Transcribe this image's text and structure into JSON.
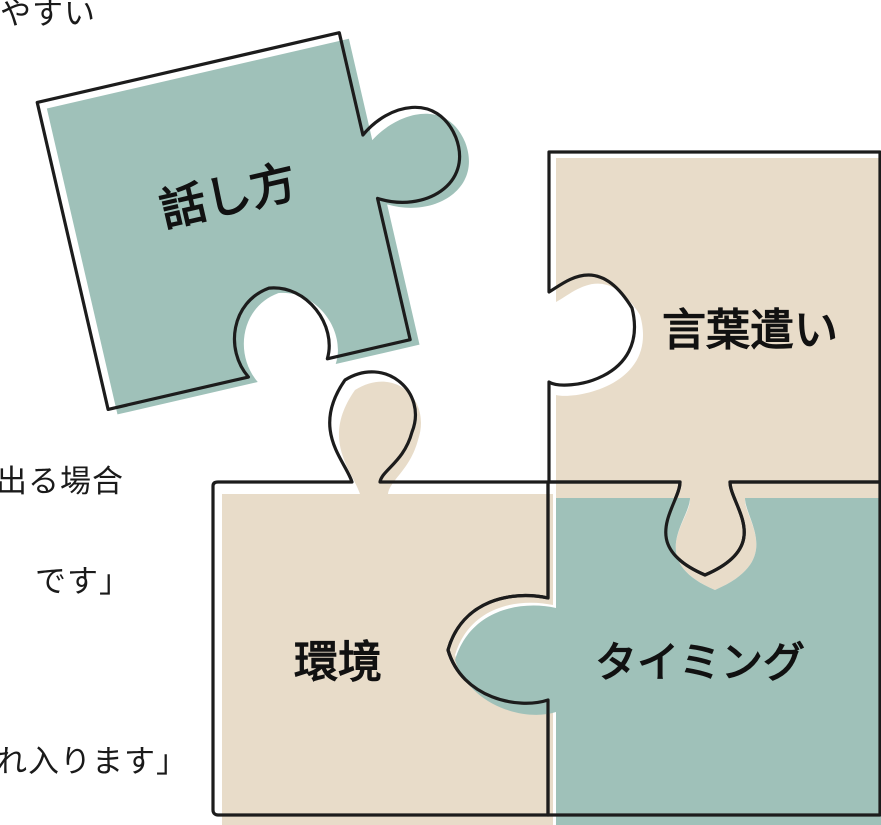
{
  "colors": {
    "sage": "#9fc1b9",
    "beige": "#e8dcc9",
    "outline": "#1c1c1c",
    "text": "#111111"
  },
  "background_text": {
    "top_fragment": "やすい",
    "fragment_1": "出る場合",
    "fragment_2": "です」",
    "fragment_3": "れ入ります」"
  },
  "pieces": {
    "speaking": {
      "label": "話し方",
      "fill": "sage"
    },
    "wording": {
      "label": "言葉遣い",
      "fill": "beige"
    },
    "environment": {
      "label": "環境",
      "fill": "beige"
    },
    "timing": {
      "label": "タイミング",
      "fill": "sage"
    }
  }
}
